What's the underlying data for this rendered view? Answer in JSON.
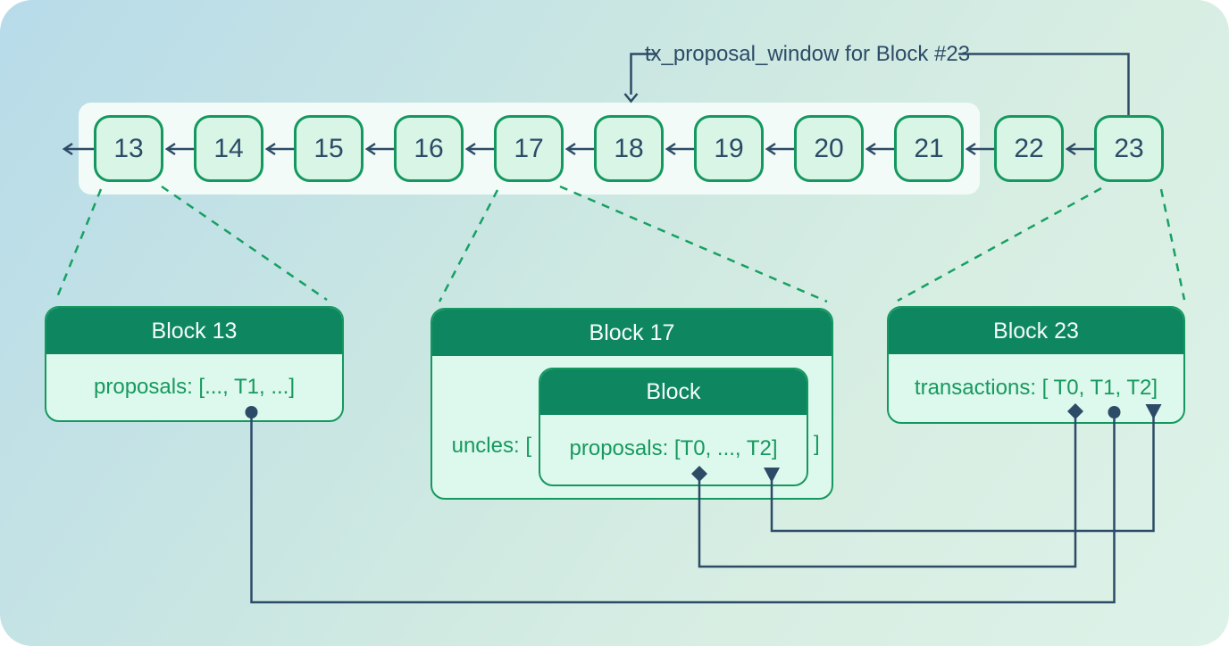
{
  "annotation": {
    "label": "tx_proposal_window for Block #23"
  },
  "chain": {
    "blocks": [
      "13",
      "14",
      "15",
      "16",
      "17",
      "18",
      "19",
      "20",
      "21",
      "22",
      "23"
    ],
    "window_blocks": [
      "13",
      "14",
      "15",
      "16",
      "17",
      "18",
      "19",
      "20",
      "21"
    ]
  },
  "cards": {
    "block13": {
      "title": "Block 13",
      "body": "proposals: [..., T1, ...]"
    },
    "block17": {
      "title": "Block 17",
      "uncles_prefix": "uncles: [",
      "uncles_suffix": "]",
      "inner": {
        "title": "Block",
        "body": "proposals: [T0, ..., T2]"
      }
    },
    "block23": {
      "title": "Block 23",
      "body": "transactions: [ T0, T1, T2]"
    }
  },
  "markers": {
    "t0_shape": "diamond",
    "t1_shape": "circle",
    "t2_shape": "triangle"
  },
  "colors": {
    "header_green": "#0e8760",
    "border_green": "#14985f",
    "text_green": "#17995f",
    "navy": "#2c4b66",
    "block_fill": "#d8f5e6",
    "card_fill": "#ddf8ec",
    "band_fill": "#f2fbf8",
    "bg_blue": "#b7dbe9",
    "bg_mint": "#ddf2e8"
  }
}
